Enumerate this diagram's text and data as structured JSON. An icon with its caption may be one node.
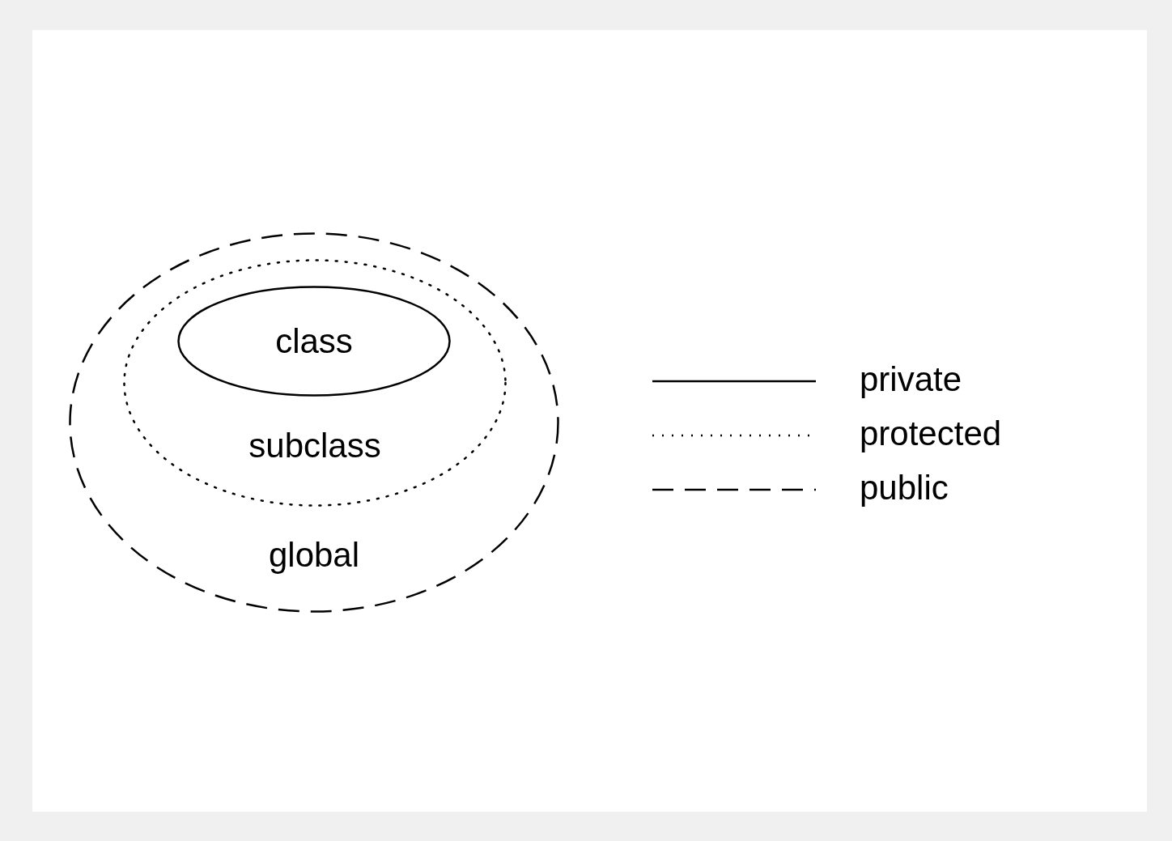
{
  "diagram": {
    "nodes": [
      {
        "text": [
          "global"
        ]
      },
      {
        "text": [
          "subclass"
        ],
        "in": 0
      },
      {
        "text": [
          "class"
        ],
        "in": 1
      }
    ],
    "legend": [
      {
        "text": "private"
      },
      {
        "text": "protected"
      },
      {
        "text": "public"
      }
    ]
  }
}
